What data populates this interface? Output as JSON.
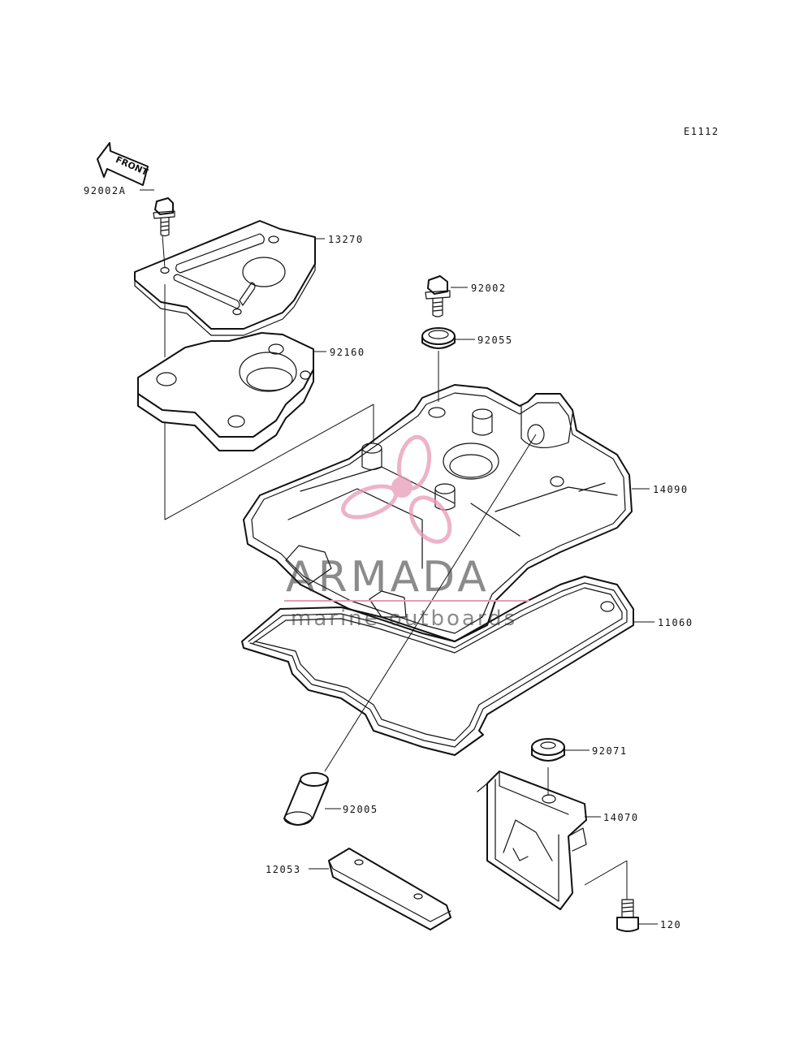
{
  "diagram_code": "E1112",
  "front_label": "FRONT",
  "watermark": {
    "name": "ARMADA",
    "tagline": "marine outboards",
    "accent_color": "#e89ab8"
  },
  "parts": [
    {
      "id": "p1",
      "number": "92002A"
    },
    {
      "id": "p2",
      "number": "13270"
    },
    {
      "id": "p3",
      "number": "92002"
    },
    {
      "id": "p4",
      "number": "92055"
    },
    {
      "id": "p5",
      "number": "92160"
    },
    {
      "id": "p6",
      "number": "14090"
    },
    {
      "id": "p7",
      "number": "11060"
    },
    {
      "id": "p8",
      "number": "92071"
    },
    {
      "id": "p9",
      "number": "92005"
    },
    {
      "id": "p10",
      "number": "14070"
    },
    {
      "id": "p11",
      "number": "12053"
    },
    {
      "id": "p12",
      "number": "120"
    }
  ]
}
